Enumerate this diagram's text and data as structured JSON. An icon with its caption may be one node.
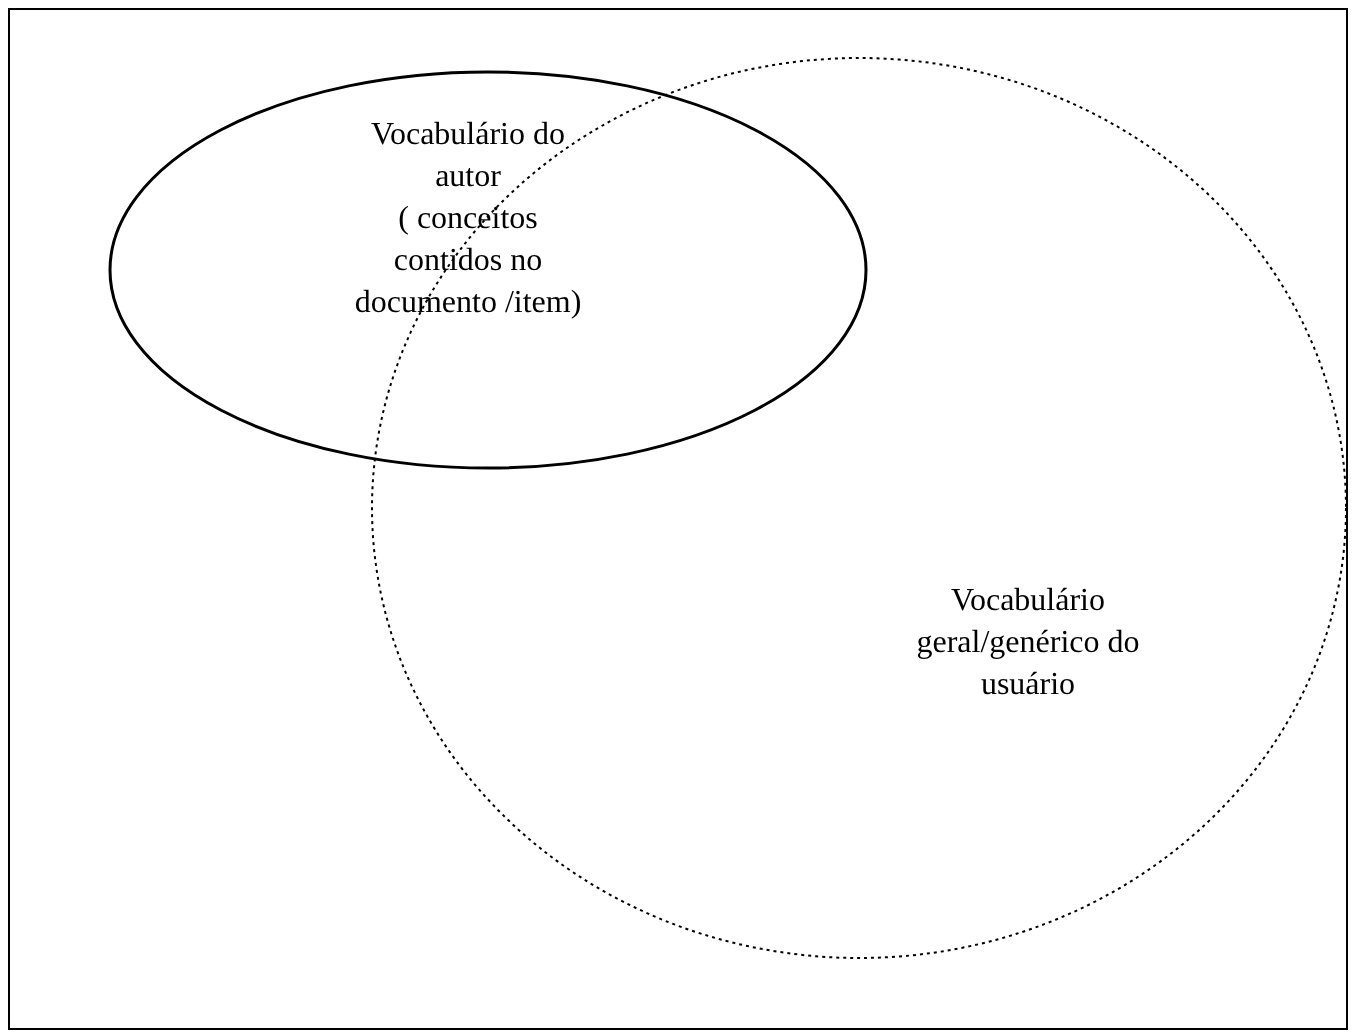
{
  "diagram": {
    "nodes": [
      {
        "text": [
          "Vocabulário do autor",
          "( conceitos contidos no documento /item)"
        ]
      },
      {
        "text": [
          "Vocabulário geral/genérico do usuário"
        ]
      }
    ]
  }
}
